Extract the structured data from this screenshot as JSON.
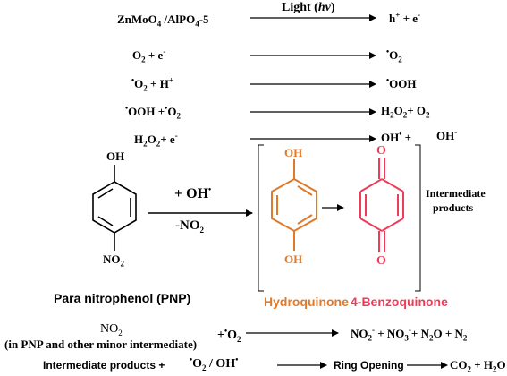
{
  "reactions": {
    "r1": {
      "left": "ZnMoO",
      "left_sub1": "4",
      "left_mid": " /AlPO",
      "left_sub2": "4",
      "left_tail": "-5",
      "arrow_label": "Light (",
      "arrow_label_hv": "hν",
      "arrow_label_end": ")",
      "right_h": "h",
      "right_plus_sup": "+",
      "right_tail": " +  e",
      "right_minus_sup": "-"
    },
    "r2": {
      "left": "O",
      "left_sub": "2",
      "left_tail": " +  e",
      "left_sup": "-",
      "right_dot": "•",
      "right": "O",
      "right_sub": "2"
    },
    "r3": {
      "left_dot": "•",
      "left": "O",
      "left_sub": "2",
      "left_tail": " + H",
      "left_sup": "+",
      "right_dot": "•",
      "right": "OOH"
    },
    "r4": {
      "left_dot": "•",
      "left": "OOH  +",
      "left_dot2": "•",
      "left2": "O",
      "left_sub": "2",
      "right": "H",
      "right_sub": "2",
      "right_mid": "O",
      "right_sub2": "2",
      "right_tail": "+ O",
      "right_sub3": "2"
    },
    "r5": {
      "left": "H",
      "left_sub": "2",
      "left_mid": "O",
      "left_sub2": "2",
      "left_tail": "+  e",
      "left_sup": "-",
      "right": "OH",
      "right_dot": "•",
      "right_plus": " +",
      "right2": "OH",
      "right2_sup": "-"
    }
  },
  "pnp": {
    "oh_label": "OH",
    "no2_label": "NO",
    "no2_sub": "2",
    "name": "Para nitrophenol (PNP)",
    "reagent_plus": "+ OH",
    "reagent_dot": "•",
    "reagent_minus": "-NO",
    "reagent_minus_sub": "2"
  },
  "products": {
    "hydroquinone": {
      "top_label": "OH",
      "bottom_label": "OH",
      "name": "Hydroquinone",
      "color": "#e0792a"
    },
    "benzoquinone": {
      "top_label": "O",
      "bottom_label": "O",
      "name": "4-Benzoquinone",
      "color": "#ef3b57"
    },
    "group_label_1": "Intermediate",
    "group_label_2": "products"
  },
  "bottom": {
    "no2_line1": "NO",
    "no2_line1_sub": "2",
    "no2_line2": "(in PNP and other minor intermediate)",
    "plus_o2": "+",
    "o2_dot": "•",
    "o2": "O",
    "o2_sub": "2",
    "products_text": {
      "a": "NO",
      "a_sub": "2",
      "a_sup": "-",
      "b": " + NO",
      "b_sub": "3",
      "b_sup": "-",
      "c": "+ N",
      "c_sub": "2",
      "c_tail": "O + N",
      "c_sub2": "2"
    },
    "last_left": "Intermediate products +",
    "last_dot1": "•",
    "last_o2": "O",
    "last_o2_sub": "2",
    "last_sep": " / OH",
    "last_dot2": "•",
    "ring_opening": "Ring Opening",
    "final": "CO",
    "final_sub": "2",
    "final_mid": " + H",
    "final_sub2": "2",
    "final_tail": "O"
  }
}
